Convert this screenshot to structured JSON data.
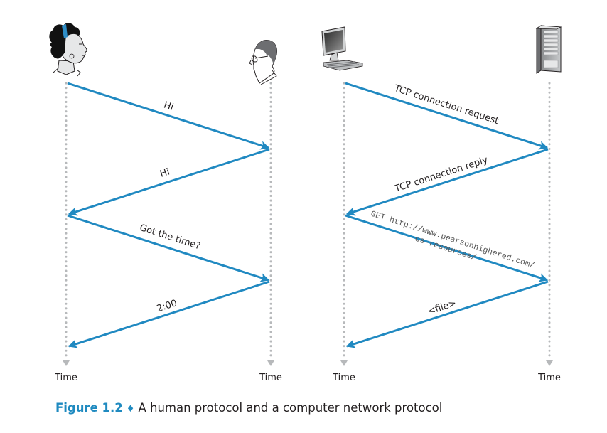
{
  "figure": {
    "label": "Figure 1.2",
    "separator": "♦",
    "caption": "A human protocol and a computer network protocol"
  },
  "colors": {
    "arrow": "#2089c1",
    "timeline": "#b7b9bb",
    "text": "#231f20"
  },
  "human_protocol": {
    "left_actor": {
      "name": "woman",
      "icon": "woman-head-icon",
      "time_label": "Time"
    },
    "right_actor": {
      "name": "man",
      "icon": "man-head-icon",
      "time_label": "Time"
    },
    "messages": [
      {
        "label": "Hi",
        "direction": "left-to-right"
      },
      {
        "label": "Hi",
        "direction": "right-to-left"
      },
      {
        "label": "Got the time?",
        "direction": "left-to-right"
      },
      {
        "label": "2:00",
        "direction": "right-to-left"
      }
    ]
  },
  "network_protocol": {
    "left_actor": {
      "name": "client computer",
      "icon": "desktop-computer-icon",
      "time_label": "Time"
    },
    "right_actor": {
      "name": "server",
      "icon": "server-tower-icon",
      "time_label": "Time"
    },
    "messages": [
      {
        "label": "TCP connection request",
        "direction": "left-to-right"
      },
      {
        "label": "TCP connection reply",
        "direction": "right-to-left"
      },
      {
        "label": "GET http://www.pearsonhighered.com/",
        "label_line2": "cs-resources/",
        "direction": "left-to-right"
      },
      {
        "label": "<file>",
        "direction": "right-to-left"
      }
    ]
  }
}
